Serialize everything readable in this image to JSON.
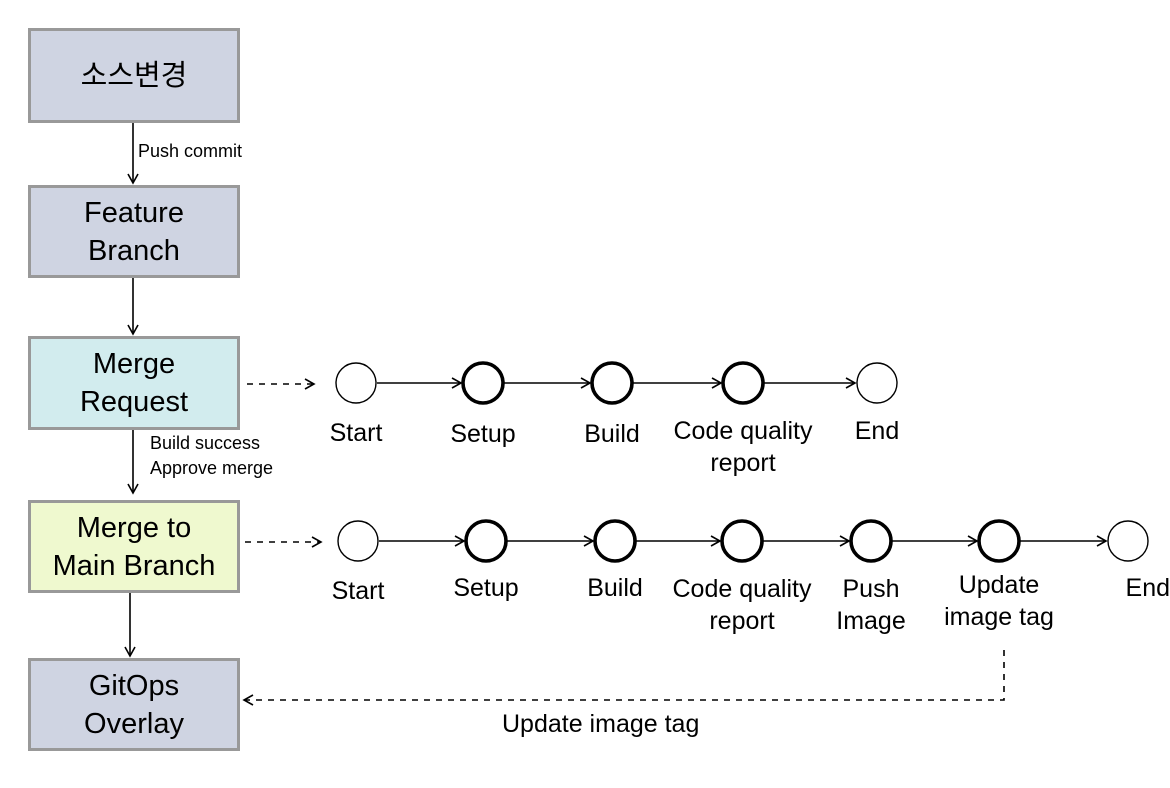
{
  "colors": {
    "box_border": "#999999",
    "source_fill": "#cfd4e2",
    "feature_fill": "#cfd4e2",
    "merge_request_fill": "#d2ecee",
    "merge_main_fill": "#eff9cf",
    "gitops_fill": "#cfd4e2"
  },
  "boxes": {
    "source_change": "소스변경",
    "feature_branch": "Feature\nBranch",
    "merge_request": "Merge\nRequest",
    "merge_to_main": "Merge to\nMain Branch",
    "gitops_overlay": "GitOps\nOverlay"
  },
  "edge_labels": {
    "push_commit": "Push commit",
    "build_success": "Build success\nApprove merge",
    "update_image_tag": "Update image tag"
  },
  "mr_pipeline": {
    "stages": [
      "Start",
      "Setup",
      "Build",
      "Code quality\nreport",
      "End"
    ]
  },
  "main_pipeline": {
    "stages": [
      "Start",
      "Setup",
      "Build",
      "Code quality\nreport",
      "Push\nImage",
      "Update\nimage tag",
      "End"
    ]
  }
}
